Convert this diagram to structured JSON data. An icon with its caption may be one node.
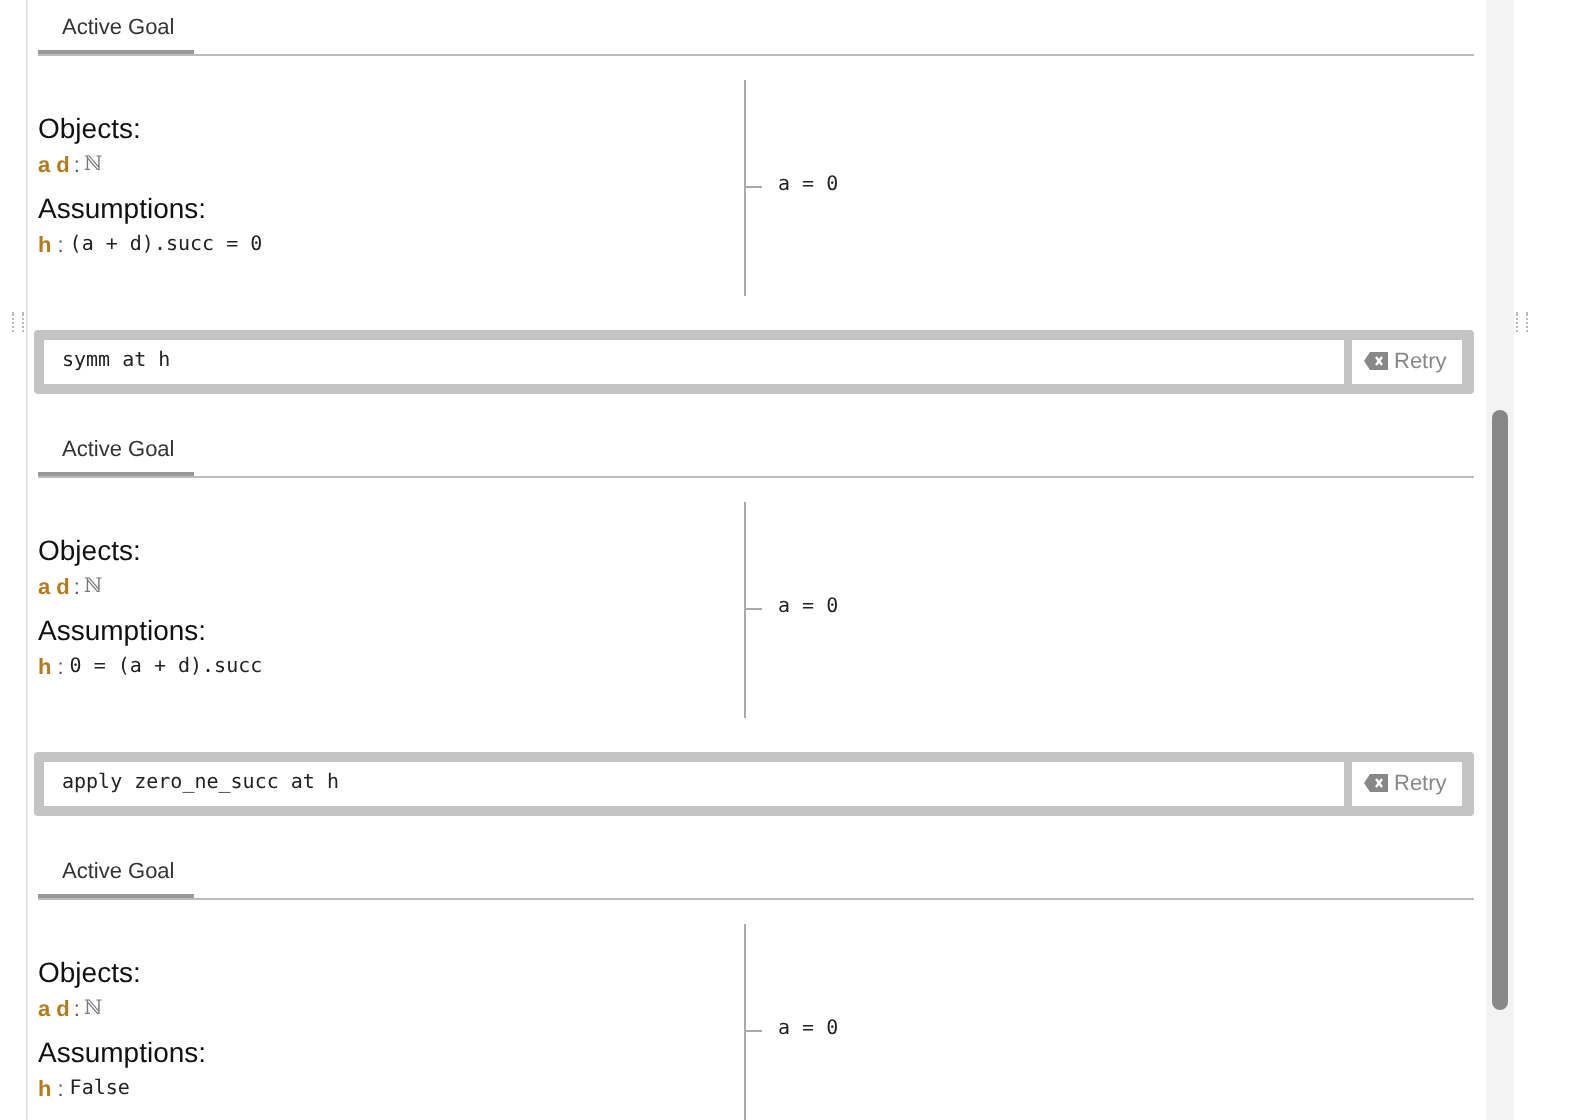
{
  "diagram": {
    "labels": [
      "Active Goal",
      "Objects:",
      "a d",
      ":",
      "ℕ",
      "Assumptions:",
      "h",
      ":",
      "(a + d).succ = 0",
      "a = 0",
      "symm at h",
      "Retry",
      "Active Goal",
      "Objects:",
      "a d",
      ":",
      "ℕ",
      "Assumptions:",
      "h",
      ":",
      "0 = (a + d).succ",
      "a = 0",
      "apply zero_ne_succ at h",
      "Retry",
      "Active Goal",
      "Objects:",
      "a d",
      ":",
      "ℕ",
      "Assumptions:",
      "h",
      ":",
      "False",
      "a = 0"
    ]
  }
}
